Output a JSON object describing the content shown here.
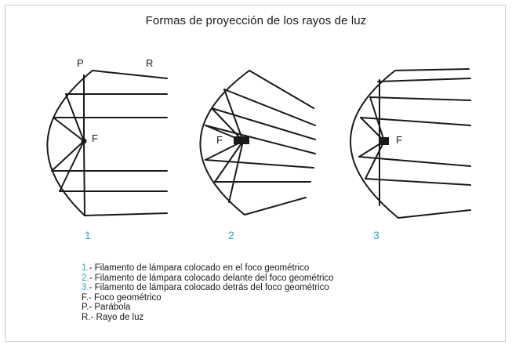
{
  "title": "Formas de proyección de los rayos de luz",
  "figure_labels": {
    "parabola": "P",
    "ray": "R",
    "focus": "F"
  },
  "figure_numbers": [
    "1",
    "2",
    "3"
  ],
  "legend": [
    {
      "key": "1.",
      "text": "- Filamento de lámpara colocado en el foco geométrico",
      "accent": true
    },
    {
      "key": "2.",
      "text": "- Filamento de lámpara colocado delante del foco geométrico",
      "accent": true
    },
    {
      "key": "3.",
      "text": "- Filamento de lámpara colocado detrás del foco geométrico",
      "accent": true
    },
    {
      "key": "F",
      "text": ".- Foco geométrico",
      "accent": false
    },
    {
      "key": "P",
      "text": ".- Parábola",
      "accent": false
    },
    {
      "key": "R",
      "text": ".- Rayo de luz",
      "accent": false
    }
  ],
  "colors": {
    "accent": "#2aa4c8",
    "line": "#1a1a1a"
  }
}
